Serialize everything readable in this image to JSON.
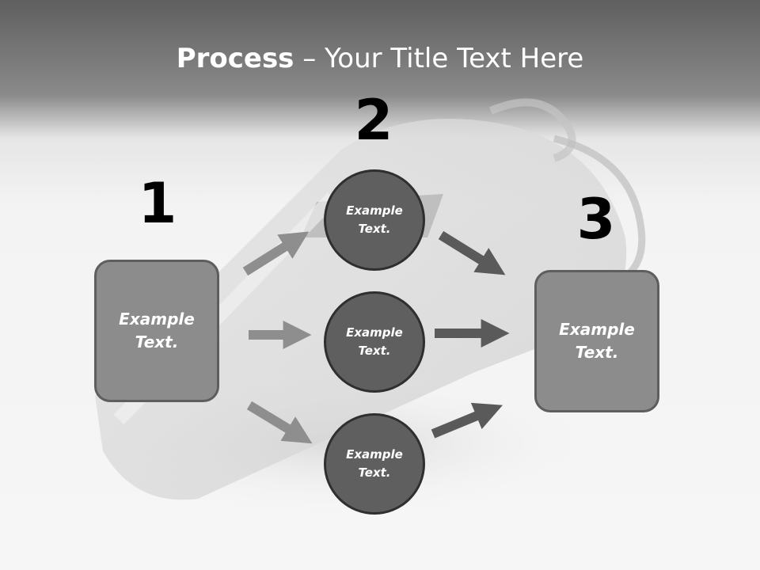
{
  "title": {
    "bold": "Process",
    "rest": " – Your Title Text Here"
  },
  "steps": {
    "one": {
      "number": "1",
      "text": "Example Text."
    },
    "two": {
      "number": "2"
    },
    "three": {
      "number": "3",
      "text": "Example Text."
    }
  },
  "circles": [
    {
      "text": "Example Text."
    },
    {
      "text": "Example Text."
    },
    {
      "text": "Example Text."
    }
  ],
  "colors": {
    "box_fill": "#8c8c8c",
    "circle_fill": "#5f5f5f",
    "arrow_light": "#8e8e8e",
    "arrow_dark": "#5a5a5a"
  }
}
